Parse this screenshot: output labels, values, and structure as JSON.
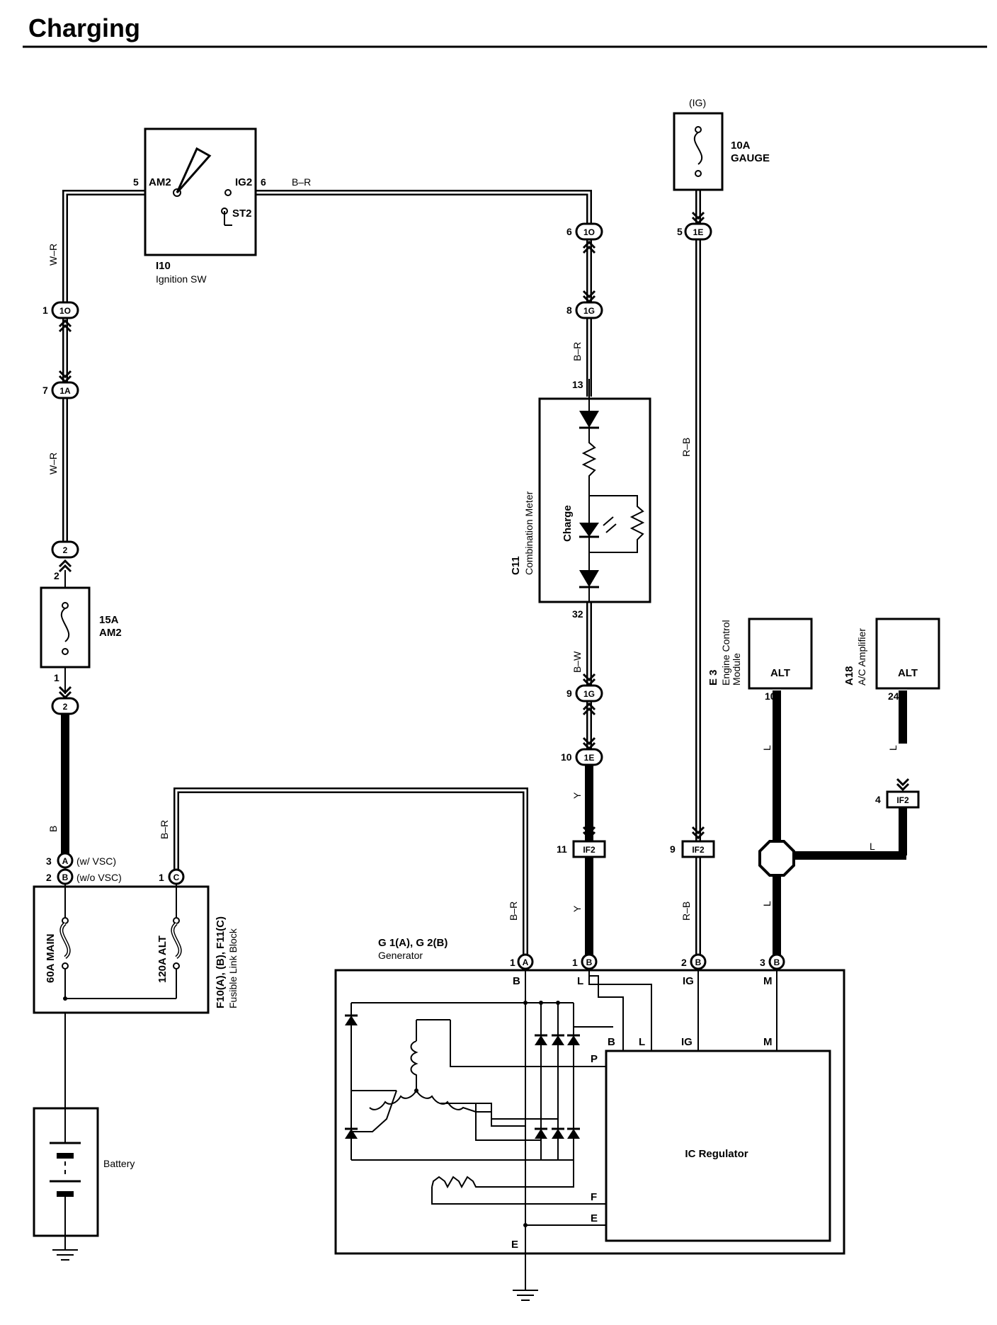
{
  "title": "Charging",
  "ignition_switch": {
    "id": "I10",
    "name": "Ignition SW",
    "am2": "AM2",
    "ig2": "IG2",
    "st2": "ST2",
    "pin_am2": "5",
    "pin_ig2": "6"
  },
  "wires": {
    "w_r": "W–R",
    "b_r": "B–R",
    "b_w": "B–W",
    "r_b": "R–B",
    "b": "B",
    "y": "Y",
    "l": "L"
  },
  "fuse_ig": {
    "source": "(IG)",
    "rating": "10A",
    "name": "GAUGE"
  },
  "fuse_am2": {
    "rating": "15A",
    "name": "AM2",
    "pin_top": "2",
    "pin_bottom": "1"
  },
  "connectors": {
    "c1o_a": {
      "code": "1O",
      "pin": "1"
    },
    "c1a": {
      "code": "1A",
      "pin": "7"
    },
    "c1o_b": {
      "code": "1O",
      "pin": "6"
    },
    "c1g_a": {
      "code": "1G",
      "pin": "8"
    },
    "c1g_b": {
      "code": "1G",
      "pin": "9"
    },
    "c1e_a": {
      "code": "1E",
      "pin": "5"
    },
    "c1e_b": {
      "code": "1E",
      "pin": "10"
    },
    "if2_a": {
      "code": "IF2",
      "pin": "11"
    },
    "if2_b": {
      "code": "IF2",
      "pin": "9"
    },
    "if2_c": {
      "code": "IF2",
      "pin": "4"
    },
    "c2_top": {
      "code": "2"
    },
    "c2_bot": {
      "code": "2"
    }
  },
  "meter": {
    "id": "C11",
    "name": "Combination Meter",
    "lamp": "Charge",
    "pin_in": "13",
    "pin_out": "32"
  },
  "ecm": {
    "id": "E 3",
    "name1": "Engine Control",
    "name2": "Module",
    "terminal": "ALT",
    "pin": "10"
  },
  "ac_amp": {
    "id": "A18",
    "name": "A/C Amplifier",
    "terminal": "ALT",
    "pin": "24"
  },
  "fusible_block": {
    "name1": "F10(A), (B), F11(C)",
    "name2": "Fusible Link Block",
    "main": "60A MAIN",
    "alt": "120A ALT",
    "pinA": {
      "num": "3",
      "letter": "A",
      "note": "(w/ VSC)"
    },
    "pinB": {
      "num": "2",
      "letter": "B",
      "note": "(w/o VSC)"
    },
    "pinC": {
      "num": "1",
      "letter": "C"
    }
  },
  "battery": {
    "name": "Battery"
  },
  "generator": {
    "id": "G 1(A), G 2(B)",
    "name": "Generator",
    "regulator": "IC Regulator",
    "pins": [
      {
        "num": "1",
        "letter": "A"
      },
      {
        "num": "1",
        "letter": "B"
      },
      {
        "num": "2",
        "letter": "B"
      },
      {
        "num": "3",
        "letter": "B"
      }
    ],
    "terminals": {
      "b": "B",
      "l": "L",
      "ig": "IG",
      "m": "M",
      "p": "P",
      "f": "F",
      "e": "E"
    }
  }
}
